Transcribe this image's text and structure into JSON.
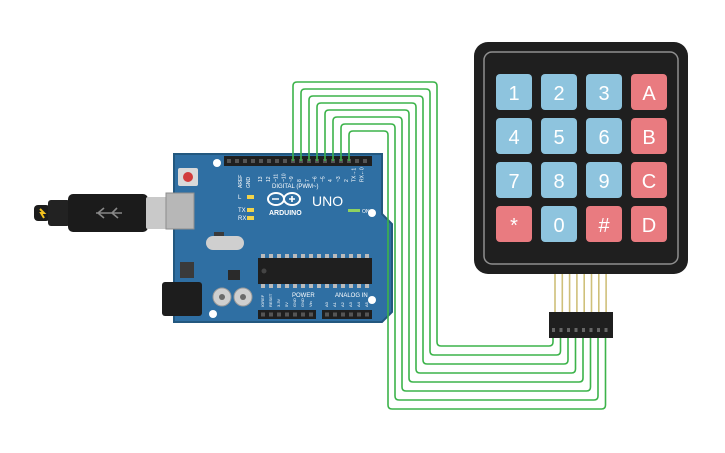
{
  "board": {
    "brand": "ARDUINO",
    "model": "UNO",
    "digital_label": "DIGITAL (PWM~)",
    "power_label": "POWER",
    "analog_label": "ANALOG IN",
    "on_label": "ON",
    "l_label": "L",
    "tx_label": "TX",
    "rx_label": "RX",
    "aref_label": "AREF",
    "gnd_label": "GND",
    "digital_pins": [
      "13",
      "12",
      "~11",
      "~10",
      "~9",
      "8",
      "7",
      "~6",
      "~5",
      "4",
      "~3",
      "2",
      "TX→1",
      "RX←0"
    ],
    "power_pins": [
      "IOREF",
      "RESET",
      "3.3V",
      "5V",
      "GND",
      "GND",
      "Vin"
    ],
    "analog_pins": [
      "A0",
      "A1",
      "A2",
      "A3",
      "A4",
      "A5"
    ],
    "colors": {
      "pcb": "#2f6fa3",
      "pcb_edge": "#23587f",
      "header": "#1f1f1f",
      "wire": "#3cb34a"
    }
  },
  "keypad": {
    "keys": [
      {
        "label": "1",
        "kind": "digit"
      },
      {
        "label": "2",
        "kind": "digit"
      },
      {
        "label": "3",
        "kind": "digit"
      },
      {
        "label": "A",
        "kind": "letter"
      },
      {
        "label": "4",
        "kind": "digit"
      },
      {
        "label": "5",
        "kind": "digit"
      },
      {
        "label": "6",
        "kind": "digit"
      },
      {
        "label": "B",
        "kind": "letter"
      },
      {
        "label": "7",
        "kind": "digit"
      },
      {
        "label": "8",
        "kind": "digit"
      },
      {
        "label": "9",
        "kind": "digit"
      },
      {
        "label": "C",
        "kind": "letter"
      },
      {
        "label": "*",
        "kind": "symbol"
      },
      {
        "label": "0",
        "kind": "digit"
      },
      {
        "label": "#",
        "kind": "symbol"
      },
      {
        "label": "D",
        "kind": "letter"
      }
    ],
    "colors": {
      "digit": "#8ec4de",
      "letter": "#e97b80",
      "body": "#1f1f1f"
    }
  }
}
